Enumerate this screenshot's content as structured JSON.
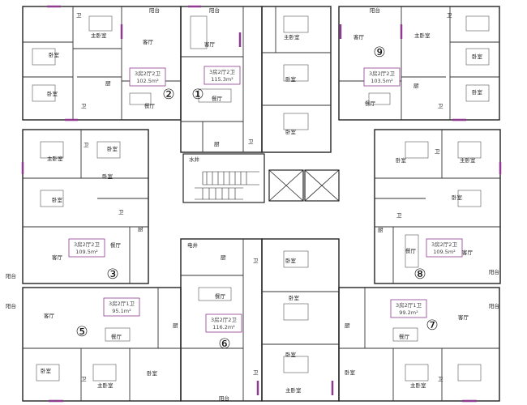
{
  "floor_plan": {
    "room_labels": {
      "balcony": "阳台",
      "living": "客厅",
      "master": "主卧室",
      "bedroom": "卧室",
      "dining": "餐厅",
      "kitchen": "厨",
      "wc": "卫",
      "water_shaft": "水井",
      "elec_shaft": "电井"
    },
    "units": [
      {
        "id": "1",
        "number": "①",
        "spec": "3房2厅2卫",
        "area": "115.3m²"
      },
      {
        "id": "2",
        "number": "②",
        "spec": "3房2厅2卫",
        "area": "102.5m²"
      },
      {
        "id": "3",
        "number": "③",
        "spec": "3房2厅2卫",
        "area": "109.5m²"
      },
      {
        "id": "5",
        "number": "⑤",
        "spec": "3房2厅1卫",
        "area": "95.1m²"
      },
      {
        "id": "6",
        "number": "⑥",
        "spec": "3房2厅2卫",
        "area": "116.2m²"
      },
      {
        "id": "7",
        "number": "⑦",
        "spec": "3房2厅1卫",
        "area": "99.2m²"
      },
      {
        "id": "8",
        "number": "⑧",
        "spec": "3房2厅2卫",
        "area": "109.5m²"
      },
      {
        "id": "9",
        "number": "⑨",
        "spec": "3房2厅2卫",
        "area": "103.5m²"
      }
    ],
    "colors": {
      "wall": "#222222",
      "accent": "#8e3a8e",
      "line": "#555555"
    }
  }
}
